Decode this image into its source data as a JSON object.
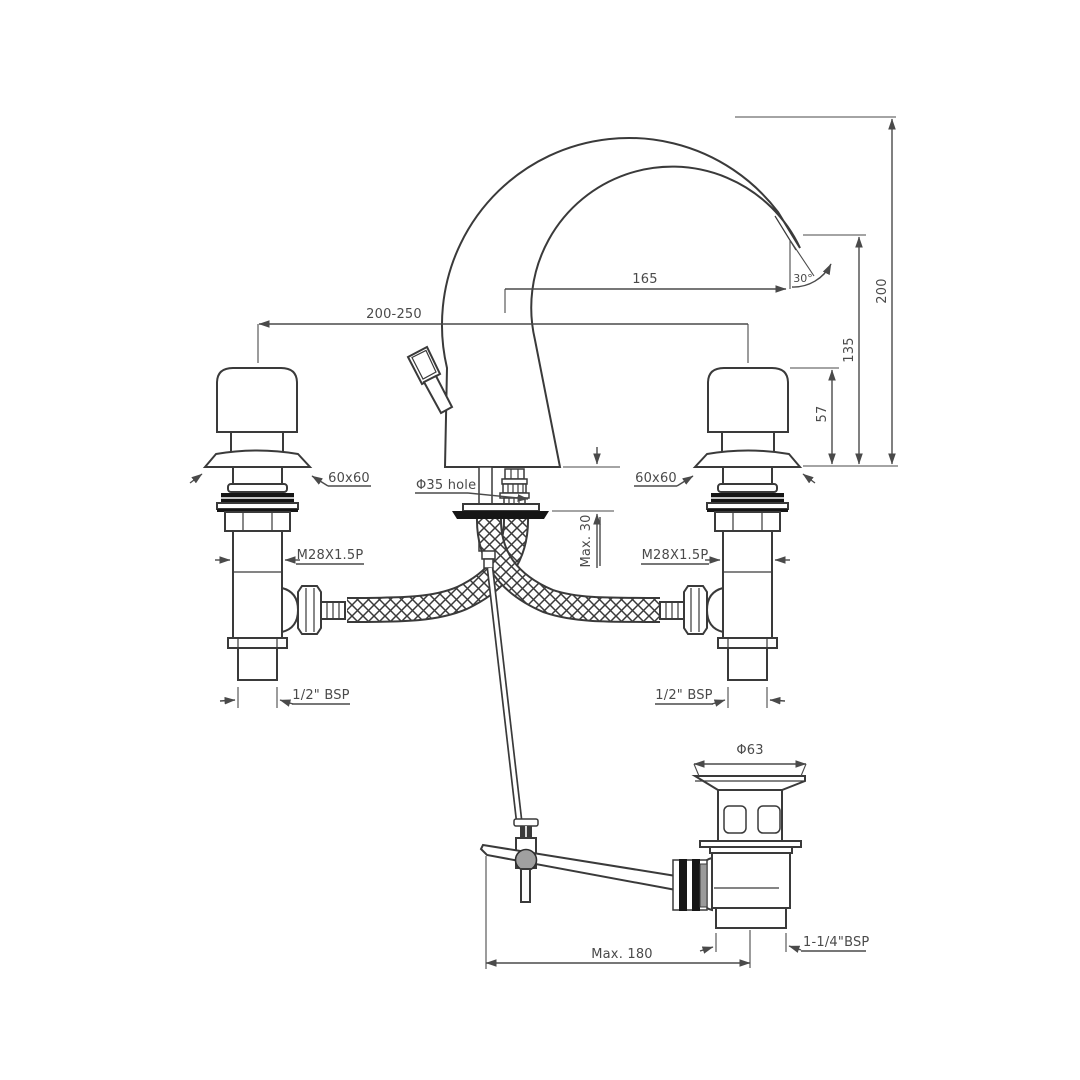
{
  "drawing": {
    "kind": "technical installation drawing",
    "subject": "3-hole basin mixer with gooseneck spout, two deck valves and pop-up waste",
    "colors": {
      "background": "#ffffff",
      "line": "#3a3a3a",
      "dim_line": "#4a4a4a",
      "gasket": "#161616"
    },
    "dims": {
      "spout_reach": "165",
      "hole_spacing": "200-250",
      "spray_angle": "30°",
      "overall_height": "200",
      "outlet_height": "135",
      "handle_height": "57",
      "mount_hole": "Φ35 hole",
      "counter_thickness": "Max. 30",
      "left_valve": {
        "escutcheon": "60x60",
        "thread": "M28X1.5P",
        "inlet": "1/2\" BSP"
      },
      "right_valve": {
        "escutcheon": "60x60",
        "thread": "M28X1.5P",
        "inlet": "1/2\" BSP"
      },
      "waste": {
        "flange_dia": "Φ63",
        "thread": "1-1/4\"BSP",
        "rod_reach": "Max. 180"
      }
    }
  }
}
